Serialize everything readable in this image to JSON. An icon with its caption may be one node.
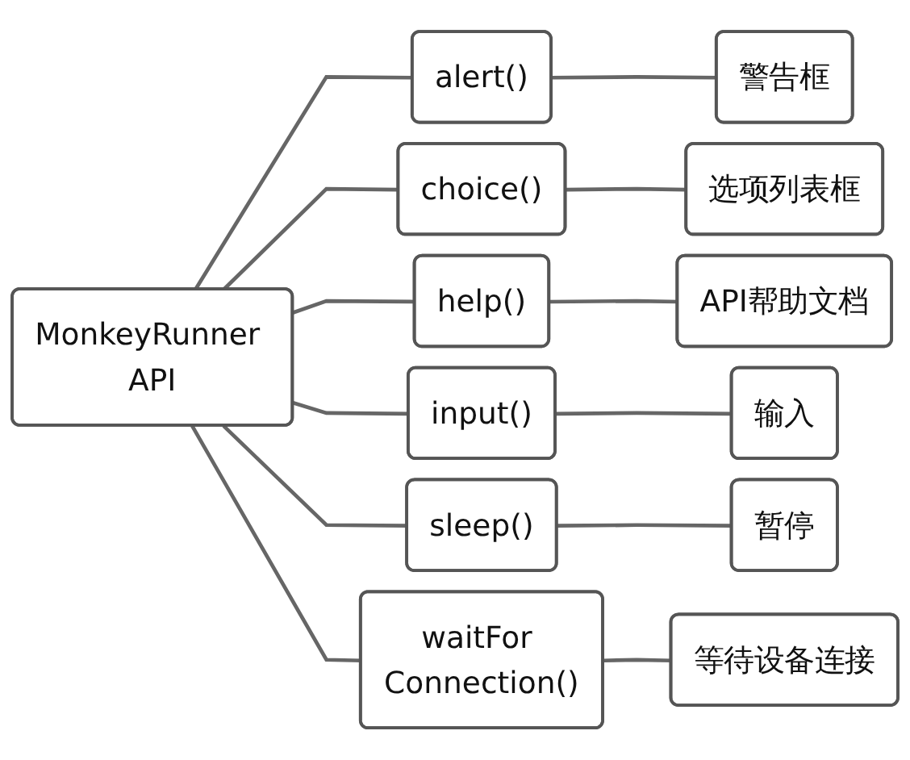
{
  "diagram": {
    "nodes": [
      {
        "text": [
          "MonkeyRunner API"
        ]
      },
      {
        "text": [
          "alert()"
        ]
      },
      {
        "text": [
          "警告框"
        ]
      },
      {
        "text": [
          "choice()"
        ]
      },
      {
        "text": [
          "选项列表框"
        ]
      },
      {
        "text": [
          "help()"
        ]
      },
      {
        "text": [
          "API帮助文档"
        ]
      },
      {
        "text": [
          "input()"
        ]
      },
      {
        "text": [
          "输入"
        ]
      },
      {
        "text": [
          "sleep()"
        ]
      },
      {
        "text": [
          "暂停"
        ]
      },
      {
        "text": [
          "waitFor Connection()"
        ]
      },
      {
        "text": [
          "等待设备连接"
        ]
      }
    ],
    "edges": [
      {
        "from": 0,
        "to": 1,
        "arrow": "none"
      },
      {
        "from": 0,
        "to": 3,
        "arrow": "none"
      },
      {
        "from": 0,
        "to": 5,
        "arrow": "none"
      },
      {
        "from": 0,
        "to": 7,
        "arrow": "none"
      },
      {
        "from": 0,
        "to": 9,
        "arrow": "none"
      },
      {
        "from": 0,
        "to": 11,
        "arrow": "none"
      },
      {
        "from": 1,
        "to": 2,
        "arrow": "none"
      },
      {
        "from": 3,
        "to": 4,
        "arrow": "none"
      },
      {
        "from": 5,
        "to": 6,
        "arrow": "none"
      },
      {
        "from": 7,
        "to": 8,
        "arrow": "none"
      },
      {
        "from": 9,
        "to": 10,
        "arrow": "none"
      },
      {
        "from": 11,
        "to": 12,
        "arrow": "none"
      }
    ]
  }
}
